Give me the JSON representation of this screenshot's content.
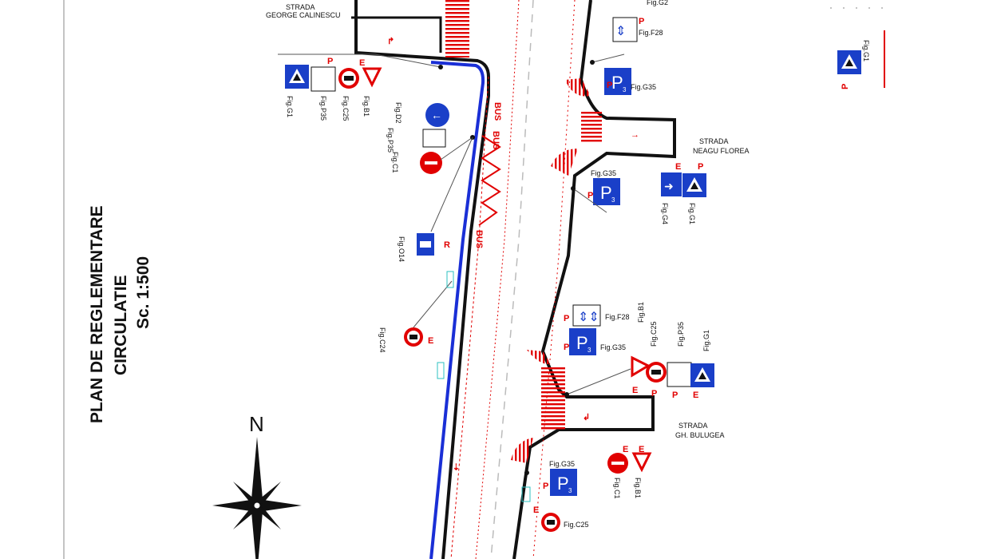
{
  "title": {
    "line1": "PLAN DE REGLEMENTARE",
    "line2": "CIRCULATIE",
    "scale": "Sc. 1:500"
  },
  "compass": {
    "north_label": "N"
  },
  "streets": {
    "calinescu": {
      "kind": "STRADA",
      "name": "GEORGE CALINESCU"
    },
    "florea": {
      "kind": "STRADA",
      "name": "NEAGU FLOREA"
    },
    "bulugea": {
      "kind": "STRADA",
      "name": "GH. BULUGEA"
    }
  },
  "road_markings": {
    "bus": "BUS"
  },
  "signs": {
    "g1": "Fig.G1",
    "p35": "Fig.P35",
    "c25": "Fig.C25",
    "b1": "Fig.B1",
    "d2": "Fig.D2",
    "c1": "Fig.C1",
    "o14": "Fig.O14",
    "c24": "Fig.C24",
    "f28": "Fig.F28",
    "g35": "Fig.G35",
    "g4": "Fig.G4",
    "top_cut": "Fig.G2"
  },
  "letters": {
    "p": "P",
    "e": "E",
    "r": "R"
  },
  "legend": {
    "sign": "Fig.G1"
  },
  "colors": {
    "outline": "#111111",
    "bus_lane": "#1a2fd6",
    "marking_red": "#e10000",
    "sign_blue": "#1a3fc8",
    "leader_cyan": "#2cc1c1"
  }
}
